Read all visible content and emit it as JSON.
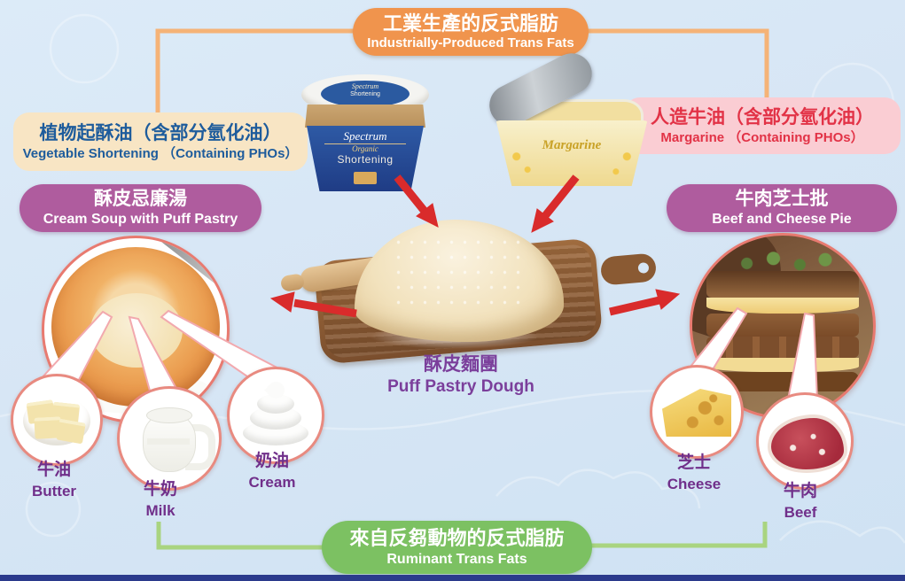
{
  "top_banner": {
    "zh": "工業生產的反式脂肪",
    "en": "Industrially-Produced Trans Fats"
  },
  "source_labels": {
    "shortening": {
      "zh": "植物起酥油（含部分氫化油）",
      "en": "Vegetable Shortening （Containing PHOs）"
    },
    "margarine": {
      "zh": "人造牛油（含部分氫化油）",
      "en": "Margarine （Containing PHOs）"
    }
  },
  "products": {
    "shortening_tub": {
      "brand": "Spectrum",
      "variety": "Organic",
      "type": "Shortening"
    },
    "margarine_tub": {
      "label": "Margarine"
    }
  },
  "center_item": {
    "zh": "酥皮麵團",
    "en": "Puff Pastry Dough"
  },
  "dishes": {
    "soup": {
      "zh": "酥皮忌廉湯",
      "en": "Cream Soup with Puff Pastry"
    },
    "pie": {
      "zh": "牛肉芝士批",
      "en": "Beef and Cheese Pie"
    }
  },
  "bottom_banner": {
    "zh": "來自反芻動物的反式脂肪",
    "en": "Ruminant Trans Fats"
  },
  "ingredients": [
    {
      "zh": "牛油",
      "en": "Butter"
    },
    {
      "zh": "牛奶",
      "en": "Milk"
    },
    {
      "zh": "奶油",
      "en": "Cream"
    },
    {
      "zh": "芝士",
      "en": "Cheese"
    },
    {
      "zh": "牛肉",
      "en": "Beef"
    }
  ],
  "colors": {
    "background": "#D7E6F5",
    "orange_banner": "#F0944D",
    "purple_banner": "#AF5C9E",
    "green_banner": "#7CC162",
    "shortening_label_bg": "#F8E5C4",
    "shortening_text": "#1E5C9C",
    "margarine_label_bg": "#FACDD3",
    "margarine_text": "#E23246",
    "arrow_red": "#D92B2B",
    "ingredient_text": "#702F8A",
    "connector_orange": "#F5B377",
    "connector_green": "#A9D480",
    "circle_border": "#E87A70"
  }
}
